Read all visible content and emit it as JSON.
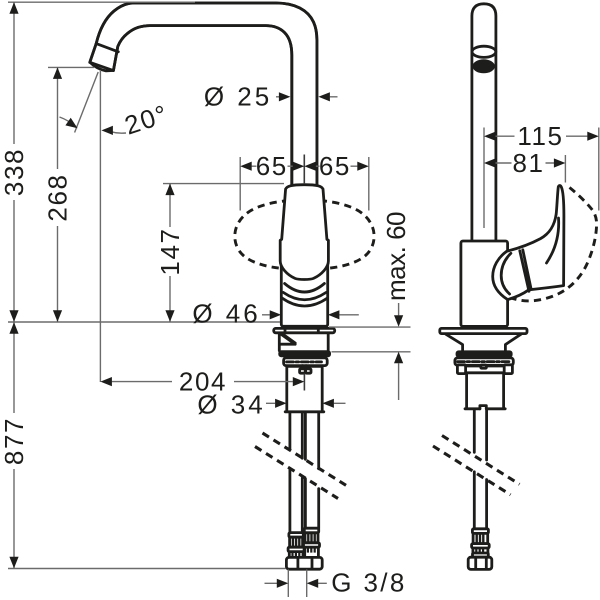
{
  "diagram": {
    "type": "technical-dimension-drawing",
    "views": [
      "front view",
      "side view"
    ],
    "line_color": "#1d1d1b",
    "dim_color": "#6b6b6b",
    "background": "#ffffff",
    "dims": {
      "total_height": "338",
      "spout_height": "268",
      "spout_angle": "20°",
      "spout_pipe_diameter": "Ø 25",
      "swivel_left": "65",
      "swivel_right": "65",
      "handle_height": "147",
      "body_diameter": "Ø 46",
      "max_counter_thickness": "max. 60",
      "spout_reach": "204",
      "shank_diameter": "Ø 34",
      "hose_length": "877",
      "connection_thread": "G 3/8",
      "side_reach_total": "115",
      "side_reach_handle": "81"
    }
  }
}
